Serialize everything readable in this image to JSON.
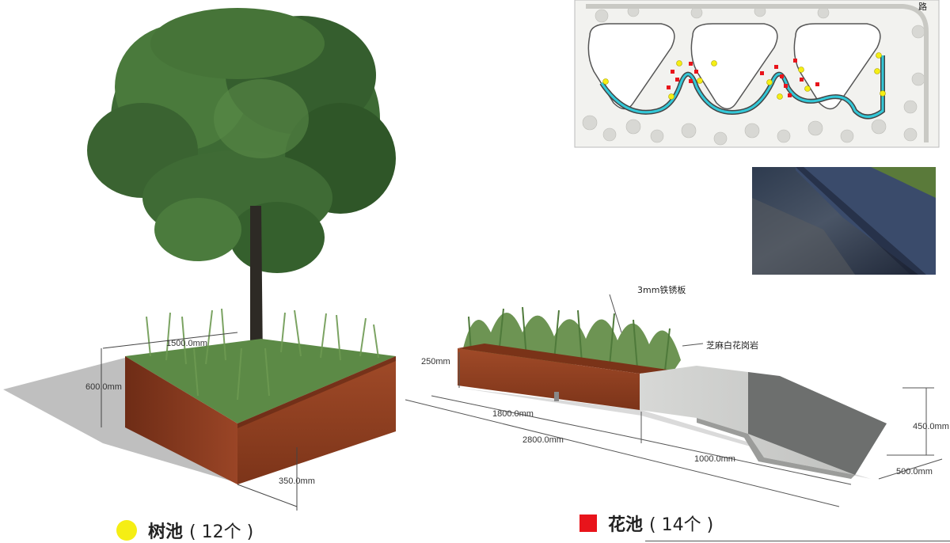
{
  "colors": {
    "tree_pool_marker": "#f5ee14",
    "flower_pool_marker": "#e8141b",
    "corten_steel": "#8a3b20",
    "granite": "#cfd0cf",
    "foliage": "#3f6a35",
    "grass": "#5f8a45",
    "site_path": "#33c8d8",
    "photo_slab": "#2b3a54"
  },
  "tree_pool": {
    "dim_length": "1500.0mm",
    "dim_height": "600.0mm",
    "dim_width": "350.0mm"
  },
  "flower_pool": {
    "material_steel": "3mm铁锈板",
    "material_stone": "芝麻白花岗岩",
    "dim_height": "250mm",
    "dim_planter": "1800.0mm",
    "dim_total": "2800.0mm",
    "dim_seat": "1000.0mm",
    "dim_seat_height": "450.0mm",
    "dim_seat_width": "500.0mm"
  },
  "site_plan": {
    "corner_label": "路"
  },
  "legend": {
    "tree_pool_label": "树池",
    "tree_pool_count": "( 12个 )",
    "flower_pool_label": "花池",
    "flower_pool_count": "( 14个 )"
  }
}
